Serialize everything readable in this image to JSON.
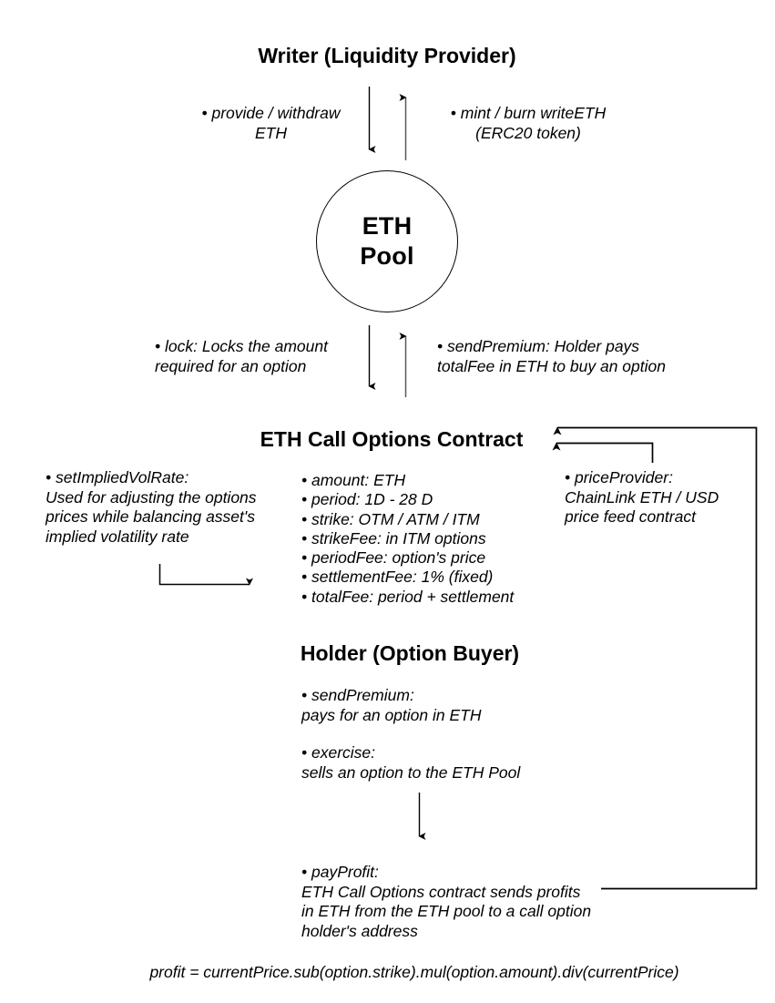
{
  "diagram": {
    "title_writer": "Writer (Liquidity Provider)",
    "title_contract": "ETH Call Options Contract",
    "title_holder": "Holder (Option Buyer)",
    "pool": {
      "line1": "ETH",
      "line2": "Pool"
    },
    "writer_left_note": "• provide / withdraw\nETH",
    "writer_right_note": "• mint / burn writeETH\n(ERC20 token)",
    "pool_left_note": "• lock: Locks the amount\nrequired for an option",
    "pool_right_note": "• sendPremium: Holder pays\ntotalFee in ETH to buy an option",
    "implied_vol_note": "• setImpliedVolRate:\nUsed for adjusting the options\nprices while balancing asset's\nimplied volatility rate",
    "price_provider_note": "• priceProvider:\nChainLink ETH / USD\nprice feed contract",
    "contract_params": [
      "• amount: ETH",
      "• period: 1D - 28 D",
      "• strike: OTM / ATM / ITM",
      "• strikeFee: in ITM options",
      "• periodFee: option's price",
      "• settlementFee: 1% (fixed)",
      "• totalFee: period + settlement"
    ],
    "holder_send_premium": "• sendPremium:\npays for an option in ETH",
    "holder_exercise": "• exercise:\nsells an option to the ETH Pool",
    "holder_pay_profit": "• payProfit:\nETH Call Options contract sends profits\nin ETH from the ETH pool to a call option\nholder's address",
    "profit_formula": "profit = currentPrice.sub(option.strike).mul(option.amount).div(currentPrice)",
    "colors": {
      "stroke": "#000000",
      "stroke_light": "#585858",
      "background": "#ffffff",
      "text": "#000000"
    }
  }
}
